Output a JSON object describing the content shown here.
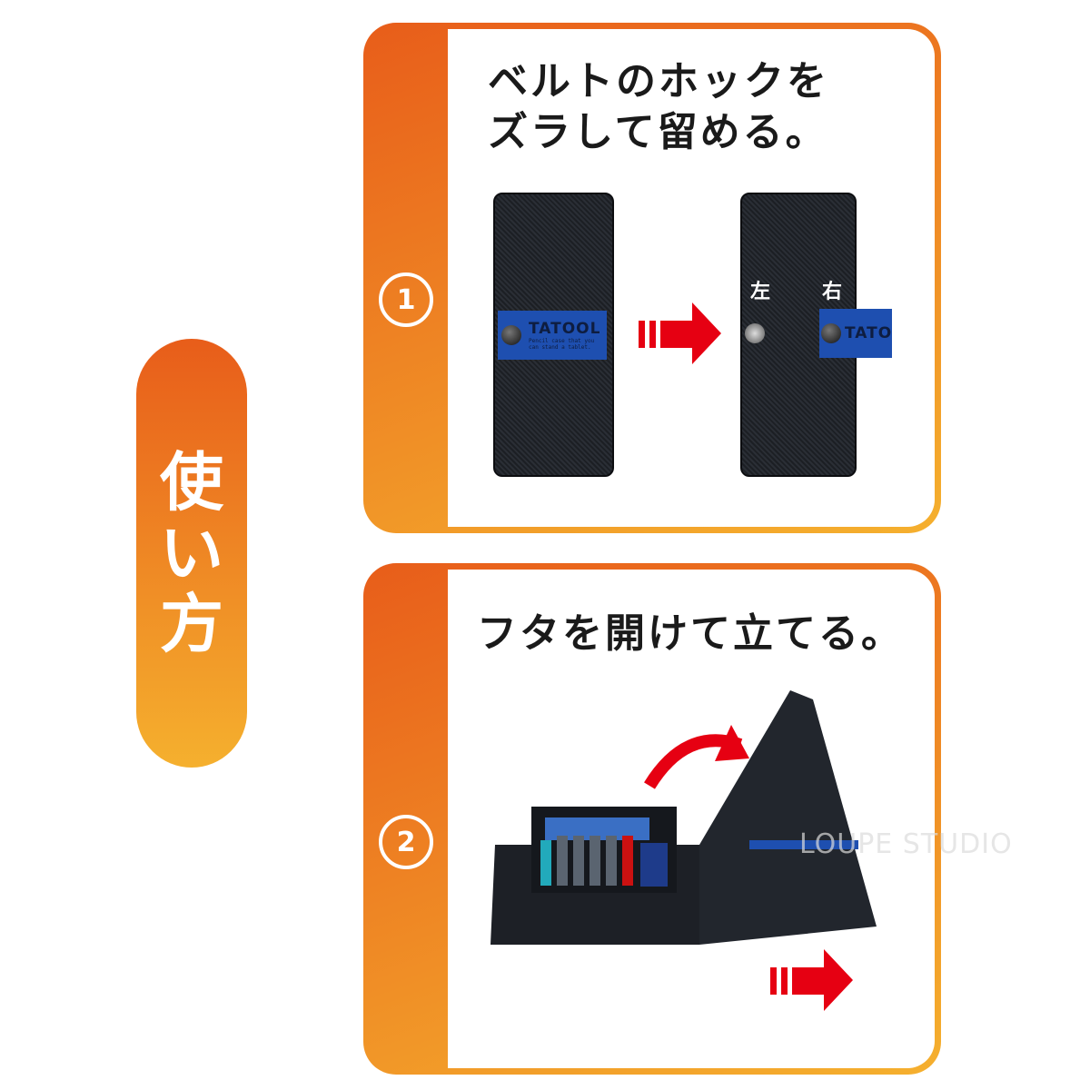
{
  "side_label": [
    "使",
    "い",
    "方"
  ],
  "steps": [
    {
      "number": "1",
      "title_lines": [
        "ベルトのホックを",
        "ズラして留める。"
      ],
      "labels": {
        "left": "左",
        "right": "右"
      },
      "brand": "TATOOL",
      "band_text": "Pencil case that you can stand a tablet."
    },
    {
      "number": "2",
      "title_lines": [
        "フタを開けて立てる。"
      ]
    }
  ],
  "watermark": "LOUPE STUDIO",
  "colors": {
    "gradient_top": "#e85d1a",
    "gradient_bottom": "#f5b02e",
    "arrow": "#e60012",
    "band": "#1e4fb0"
  }
}
